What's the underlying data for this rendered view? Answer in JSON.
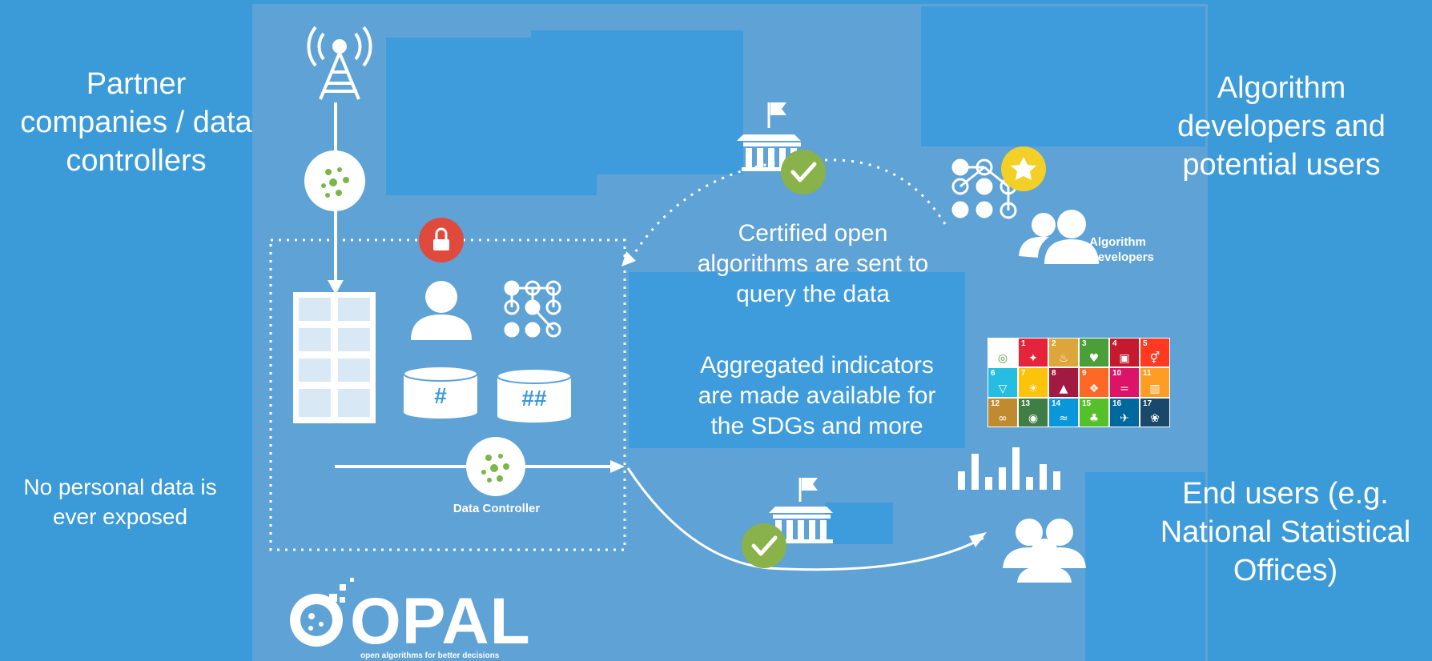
{
  "labels": {
    "partners": "Partner companies / data controllers",
    "algorithm_developers_users": "Algorithm developers and potential users",
    "end_users": "End users (e.g. National Statistical Offices)",
    "no_personal_data": "No personal data is ever exposed",
    "certified_algorithms": "Certified open algorithms are sent to query the data",
    "aggregated_indicators": "Aggregated indicators are made available for the SDGs and more",
    "data_controller": "Data Controller",
    "algorithm_developers_icon_label": "Algorithm Developers",
    "database_one": "#",
    "database_two": "##"
  },
  "logo": {
    "wordmark": "OPAL",
    "tagline": "open algorithms for better decisions"
  },
  "sdg_tiles": [
    {
      "num": "",
      "color": "#ffffff",
      "glyph": "◎"
    },
    {
      "num": "1",
      "color": "#e5243b",
      "glyph": "✦"
    },
    {
      "num": "2",
      "color": "#dda63a",
      "glyph": "♨"
    },
    {
      "num": "3",
      "color": "#4c9f38",
      "glyph": "♥"
    },
    {
      "num": "4",
      "color": "#c5192d",
      "glyph": "▣"
    },
    {
      "num": "5",
      "color": "#ff3a21",
      "glyph": "⚥"
    },
    {
      "num": "6",
      "color": "#26bde2",
      "glyph": "▽"
    },
    {
      "num": "7",
      "color": "#fcc30b",
      "glyph": "☀"
    },
    {
      "num": "8",
      "color": "#a21942",
      "glyph": "▲"
    },
    {
      "num": "9",
      "color": "#fd6925",
      "glyph": "❖"
    },
    {
      "num": "10",
      "color": "#dd1367",
      "glyph": "="
    },
    {
      "num": "11",
      "color": "#fd9d24",
      "glyph": "▥"
    },
    {
      "num": "12",
      "color": "#bf8b2e",
      "glyph": "∞"
    },
    {
      "num": "13",
      "color": "#3f7e44",
      "glyph": "◉"
    },
    {
      "num": "14",
      "color": "#0a97d9",
      "glyph": "≈"
    },
    {
      "num": "15",
      "color": "#56c02b",
      "glyph": "♣"
    },
    {
      "num": "16",
      "color": "#00689d",
      "glyph": "✈"
    },
    {
      "num": "17",
      "color": "#19486a",
      "glyph": "❀"
    }
  ],
  "colors": {
    "background": "#3b9ad8",
    "panel": "#5ea2d6",
    "check_green": "#8ab24a",
    "lock_red": "#e04a3c",
    "star_yellow": "#f2d027",
    "dot_green": "#7ab648"
  }
}
